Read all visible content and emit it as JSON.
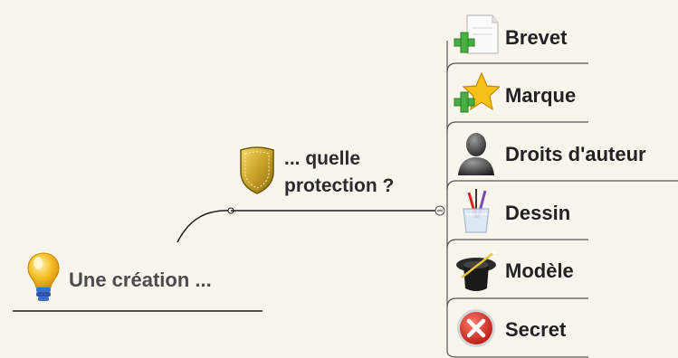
{
  "mindmap": {
    "root": {
      "label": "Une création ...",
      "icon": "lightbulb-icon"
    },
    "branch": {
      "label": "... quelle\nprotection ?",
      "icon": "shield-icon",
      "collapse_icon": "collapse-minus-icon"
    },
    "leaves": [
      {
        "label": "Brevet",
        "icon": "document-add-icon"
      },
      {
        "label": "Marque",
        "icon": "star-add-icon"
      },
      {
        "label": "Droits d'auteur",
        "icon": "person-bust-icon"
      },
      {
        "label": "Dessin",
        "icon": "pencil-cup-icon"
      },
      {
        "label": "Modèle",
        "icon": "magic-hat-icon"
      },
      {
        "label": "Secret",
        "icon": "red-x-icon"
      }
    ]
  },
  "colors": {
    "background": "#f8f6ec",
    "line": "#1a1a1a",
    "bulb": "#f4b21c",
    "shield": "#c9a227",
    "star": "#f6c21a",
    "plus": "#46b040",
    "secret_red": "#d8261c"
  }
}
